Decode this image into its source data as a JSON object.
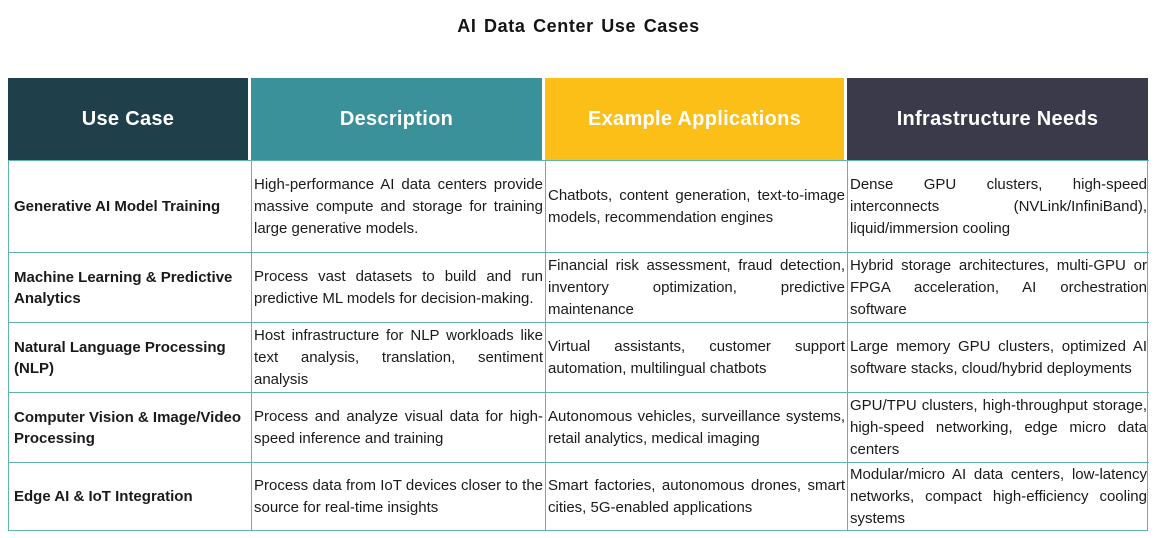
{
  "title": "AI Data Center Use Cases",
  "colors": {
    "header_use_case": "#1f3f4b",
    "header_description": "#3a9199",
    "header_examples": "#fcbf17",
    "header_infrastructure": "#3b3a4a",
    "grid_border": "#5fb4b0"
  },
  "table": {
    "headers": [
      {
        "label": "Use Case"
      },
      {
        "label": "Description"
      },
      {
        "label": "Example Applications"
      },
      {
        "label": "Infrastructure Needs"
      }
    ],
    "rows": [
      {
        "use_case": "Generative AI Model Training",
        "description": "High-performance AI data centers provide massive compute and storage for training large generative models.",
        "examples": "Chatbots, content generation, text-to-image models, recommendation engines",
        "infrastructure": "Dense GPU clusters, high-speed interconnects (NVLink/InfiniBand), liquid/immersion cooling"
      },
      {
        "use_case": "Machine Learning & Predictive Analytics",
        "description": "Process vast datasets to build and run predictive ML models for decision-making.",
        "examples": "Financial risk assessment, fraud detection, inventory optimization, predictive maintenance",
        "infrastructure": "Hybrid storage architectures, multi-GPU or FPGA acceleration, AI orchestration software"
      },
      {
        "use_case": "Natural Language Processing (NLP)",
        "description": "Host infrastructure for NLP workloads like text analysis, translation, sentiment analysis",
        "examples": "Virtual assistants, customer support automation, multilingual chatbots",
        "infrastructure": "Large memory GPU clusters, optimized AI software stacks, cloud/hybrid deployments"
      },
      {
        "use_case": "Computer Vision & Image/Video Processing",
        "description": "Process and analyze visual data for high-speed inference and training",
        "examples": "Autonomous vehicles, surveillance systems, retail analytics, medical imaging",
        "infrastructure": "GPU/TPU clusters, high-throughput storage, high-speed networking, edge micro data centers"
      },
      {
        "use_case": "Edge AI & IoT Integration",
        "description": "Process data from IoT devices closer to the source for real-time insights",
        "examples": "Smart factories, autonomous drones, smart cities, 5G-enabled applications",
        "infrastructure": "Modular/micro AI data centers, low-latency networks, compact high-efficiency cooling systems"
      }
    ]
  }
}
